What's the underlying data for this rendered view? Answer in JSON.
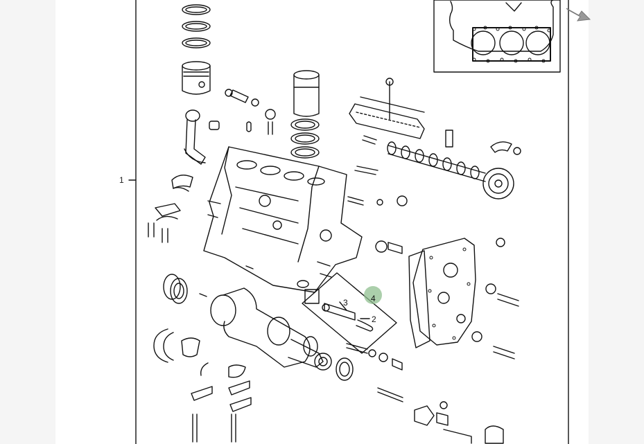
{
  "diagram": {
    "group_label": "1",
    "callouts": {
      "item2": "2",
      "item3": "3",
      "item4": "4"
    }
  },
  "controls": {
    "next_icon": "arrow-down-right-icon",
    "marker_color": "#8fbf8f"
  }
}
